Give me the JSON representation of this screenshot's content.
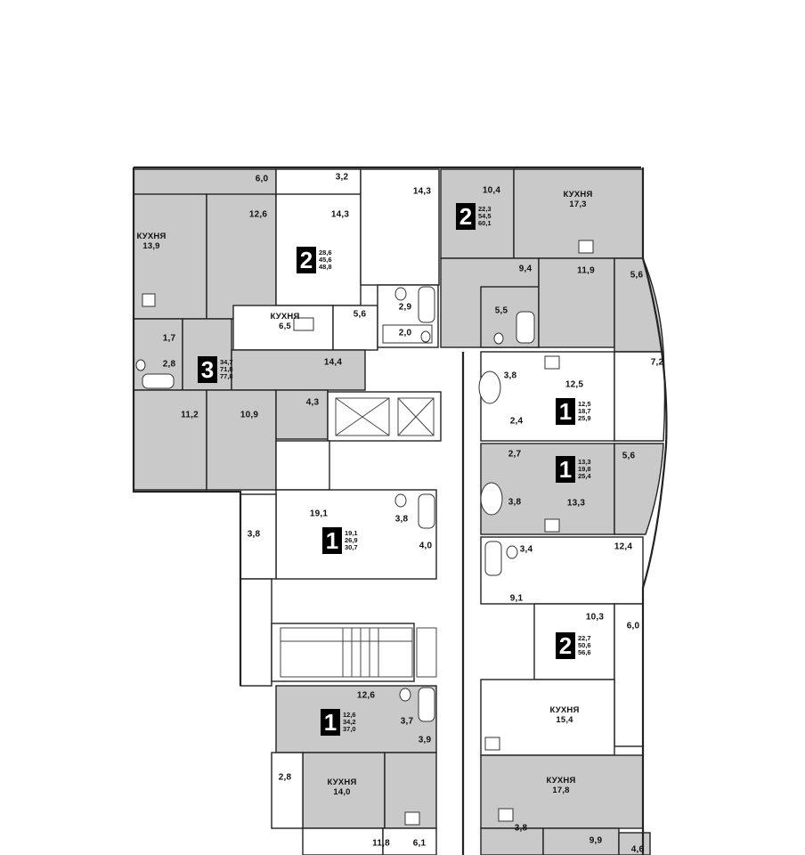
{
  "apartments": [
    {
      "id": "a1",
      "rooms": "2",
      "areas": [
        "28,6",
        "45,6",
        "48,8"
      ]
    },
    {
      "id": "a2",
      "rooms": "2",
      "areas": [
        "22,3",
        "54,5",
        "60,1"
      ]
    },
    {
      "id": "a3",
      "rooms": "3",
      "areas": [
        "34,7",
        "71,8",
        "77,8"
      ]
    },
    {
      "id": "a4",
      "rooms": "1",
      "areas": [
        "12,5",
        "18,7",
        "25,9"
      ]
    },
    {
      "id": "a5",
      "rooms": "1",
      "areas": [
        "13,3",
        "19,8",
        "25,4"
      ]
    },
    {
      "id": "a6",
      "rooms": "1",
      "areas": [
        "19,1",
        "26,9",
        "30,7"
      ]
    },
    {
      "id": "a7",
      "rooms": "2",
      "areas": [
        "22,7",
        "50,6",
        "56,6"
      ]
    },
    {
      "id": "a8",
      "rooms": "1",
      "areas": [
        "12,6",
        "34,2",
        "37,0"
      ]
    }
  ],
  "kitchen_word": "КУХНЯ",
  "kitchens": [
    "13,9",
    "6,5",
    "17,3",
    "15,4",
    "14,0",
    "17,8"
  ],
  "rooms": [
    "6,0",
    "3,2",
    "14,3",
    "14,3",
    "10,4",
    "12,6",
    "5,6",
    "2,9",
    "2,0",
    "9,4",
    "11,9",
    "5,6",
    "5,5",
    "1,7",
    "2,8",
    "14,4",
    "7,2",
    "3,8",
    "12,5",
    "2,4",
    "11,2",
    "10,9",
    "4,3",
    "2,7",
    "5,6",
    "13,3",
    "3,8",
    "19,1",
    "3,8",
    "3,8",
    "4,0",
    "3,4",
    "12,4",
    "9,1",
    "10,3",
    "6,0",
    "12,6",
    "3,7",
    "3,9",
    "2,8",
    "11,8",
    "6,1",
    "3,8",
    "9,9",
    "4,6"
  ]
}
